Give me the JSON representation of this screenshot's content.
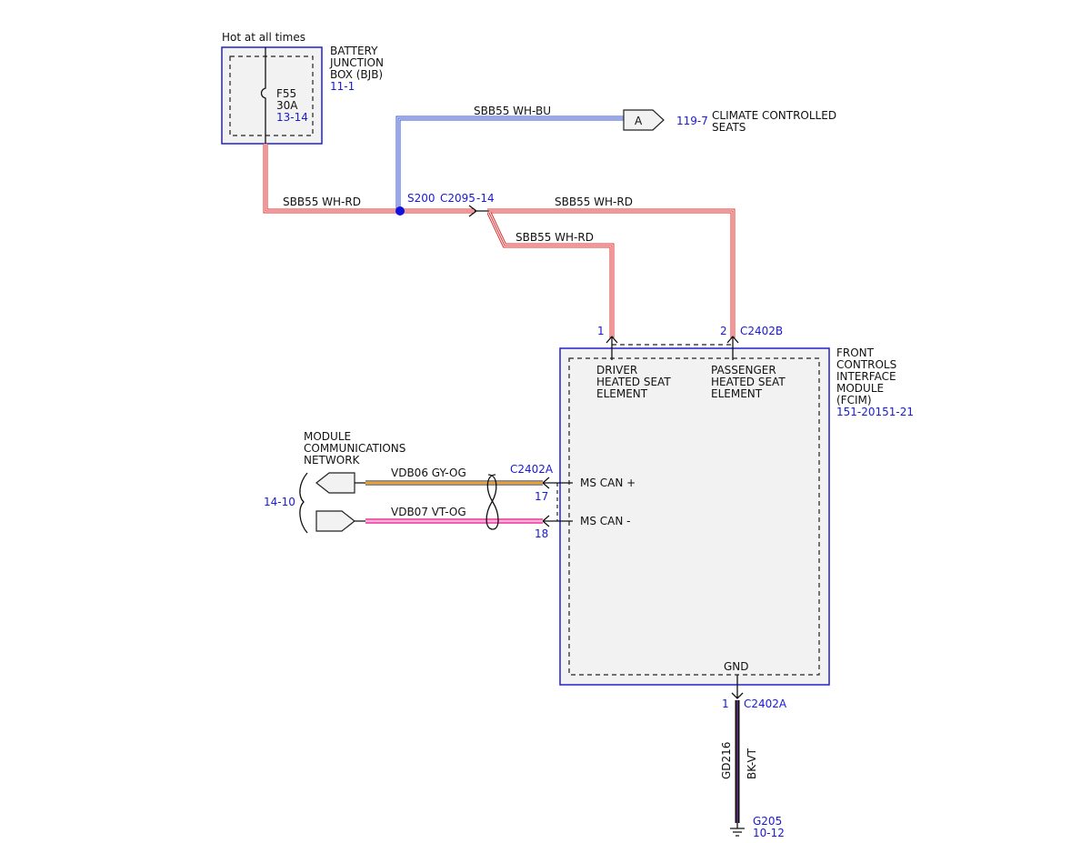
{
  "battery_junction_box": {
    "supply_label": "Hot at all times",
    "name_lines": [
      "BATTERY",
      "JUNCTION",
      "BOX (BJB)"
    ],
    "ref": "11-1",
    "fuse": {
      "name": "F55",
      "rating": "30A",
      "ref": "13-14"
    }
  },
  "splice": {
    "name": "S200",
    "connector": "C2095",
    "pin": "-14"
  },
  "wires": {
    "bjb_to_splice": "SBB55  WH-RD",
    "to_climate": "SBB55  WH-BU",
    "to_passenger": "SBB55  WH-RD",
    "to_driver": "SBB55  WH-RD",
    "can_plus": "VDB06  GY-OG",
    "can_minus": "VDB07  VT-OG",
    "ground_circuit": "GD216",
    "ground_color": "BK-VT"
  },
  "climate_ref": {
    "connector_letter": "A",
    "page_ref": "119-7",
    "name_lines": [
      "CLIMATE CONTROLLED",
      "SEATS"
    ]
  },
  "fcim": {
    "name_lines": [
      "FRONT",
      "CONTROLS",
      "INTERFACE",
      "MODULE",
      "(FCIM)"
    ],
    "ref": "151-20151-21",
    "connector_b": "C2402B",
    "pin_driver": "1",
    "pin_passenger": "2",
    "driver_element_lines": [
      "DRIVER",
      "HEATED SEAT",
      "ELEMENT"
    ],
    "passenger_element_lines": [
      "PASSENGER",
      "HEATED SEAT",
      "ELEMENT"
    ],
    "connector_a_top": "C2402A",
    "pin_can_plus": "17",
    "pin_can_minus": "18",
    "can_plus_label": "MS CAN +",
    "can_minus_label": "MS CAN -",
    "gnd_label": "GND",
    "gnd_pin": "1",
    "gnd_connector": "C2402A"
  },
  "network": {
    "name_lines": [
      "MODULE",
      "COMMUNICATIONS",
      "NETWORK"
    ],
    "ref": "14-10"
  },
  "ground": {
    "name": "G205",
    "ref": "10-12"
  },
  "colors": {
    "box_border": "#2222cc",
    "ref_text": "#1a1ad0",
    "wire_red": "#e03030",
    "wire_blue": "#3050d0",
    "wire_white": "#ffffff",
    "wire_grey": "#8a8a8a",
    "wire_orange": "#f0a030",
    "wire_violet": "#f060b0",
    "wire_black": "#111111"
  }
}
